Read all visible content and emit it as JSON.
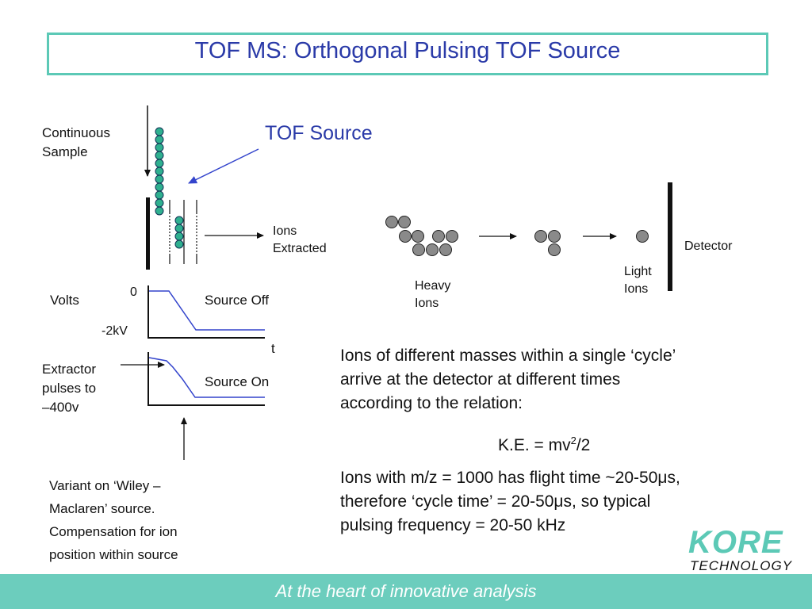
{
  "title": "TOF MS: Orthogonal Pulsing TOF Source",
  "labels": {
    "continuous_sample": [
      "Continuous",
      "Sample"
    ],
    "tof_source": "TOF Source",
    "ions_extracted": [
      "Ions",
      "Extracted"
    ],
    "heavy_ions": [
      "Heavy",
      "Ions"
    ],
    "light_ions": [
      "Light",
      "Ions"
    ],
    "detector": "Detector",
    "volts": "Volts",
    "zero": "0",
    "minus_2kv": "-2kV",
    "t_axis": "t",
    "source_off": "Source Off",
    "source_on": "Source On",
    "extractor": [
      "Extractor",
      "pulses to",
      "–400v"
    ],
    "variant_note": [
      "Variant on ‘Wiley –",
      "Maclaren’ source.",
      "Compensation for ion",
      "position within source"
    ]
  },
  "body": {
    "para1": [
      "Ions of different masses within a single ‘cycle’",
      "arrive at the detector at different times",
      "according to the relation:"
    ],
    "formula": {
      "prefix": "K.E. = mv",
      "sup": "2",
      "suffix": "/2"
    },
    "para2": [
      "Ions with m/z = 1000 has flight time ~20-50μs,",
      "therefore ‘cycle time’ = 20-50μs,  so typical",
      "pulsing frequency = 20-50 kHz"
    ]
  },
  "logo": {
    "word": "KORE",
    "sub": "TECHNOLOGY"
  },
  "footer": "At the heart of innovative analysis",
  "colors": {
    "accent": "#5cc9b6",
    "title_blue": "#2a3aa8",
    "ion_green": "#2fb08f",
    "ion_grey": "#8a8a8a",
    "trace_blue": "#3344cc"
  }
}
